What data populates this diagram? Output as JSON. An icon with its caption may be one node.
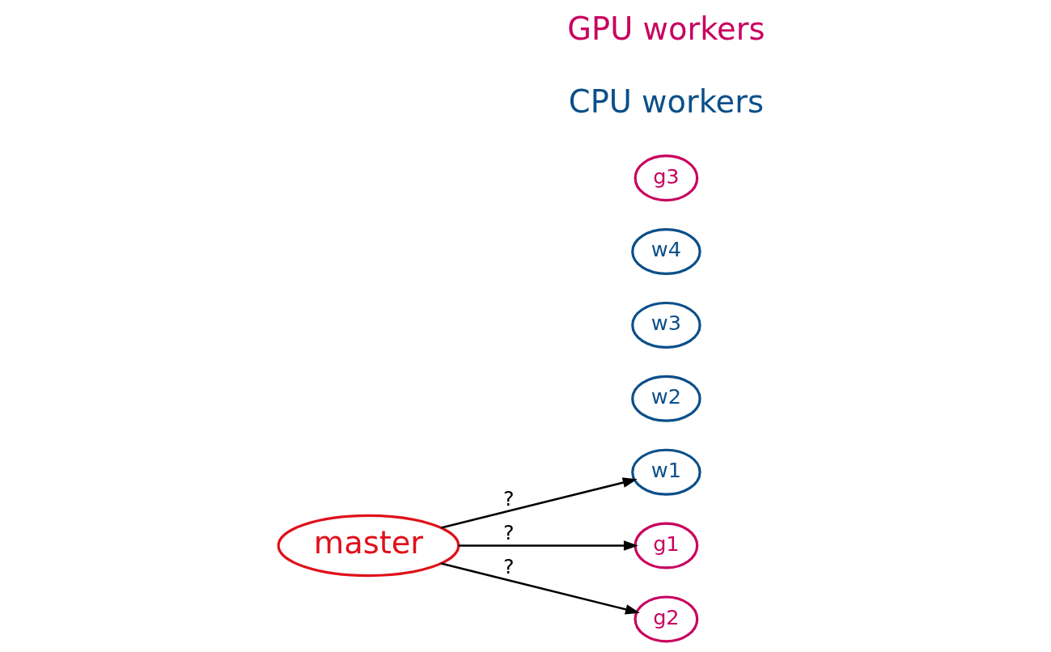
{
  "diagram": {
    "nodes": [
      {
        "text": [
          "w1"
        ]
      },
      {
        "text": [
          "w2"
        ]
      },
      {
        "text": [
          "g1"
        ]
      },
      {
        "text": [
          "w3"
        ]
      },
      {
        "text": [
          "g2"
        ]
      },
      {
        "text": [
          "master"
        ]
      },
      {
        "text": [
          "w4"
        ]
      },
      {
        "text": [
          "g3"
        ]
      }
    ],
    "edges": [
      {
        "from": 5,
        "to": 0,
        "arrow": "to",
        "label": "?"
      },
      {
        "from": 5,
        "to": 2,
        "arrow": "to",
        "label": "?"
      },
      {
        "from": 5,
        "to": 4,
        "arrow": "to",
        "label": "?"
      }
    ],
    "labels": [
      "CPU workers",
      "GPU workers"
    ]
  }
}
